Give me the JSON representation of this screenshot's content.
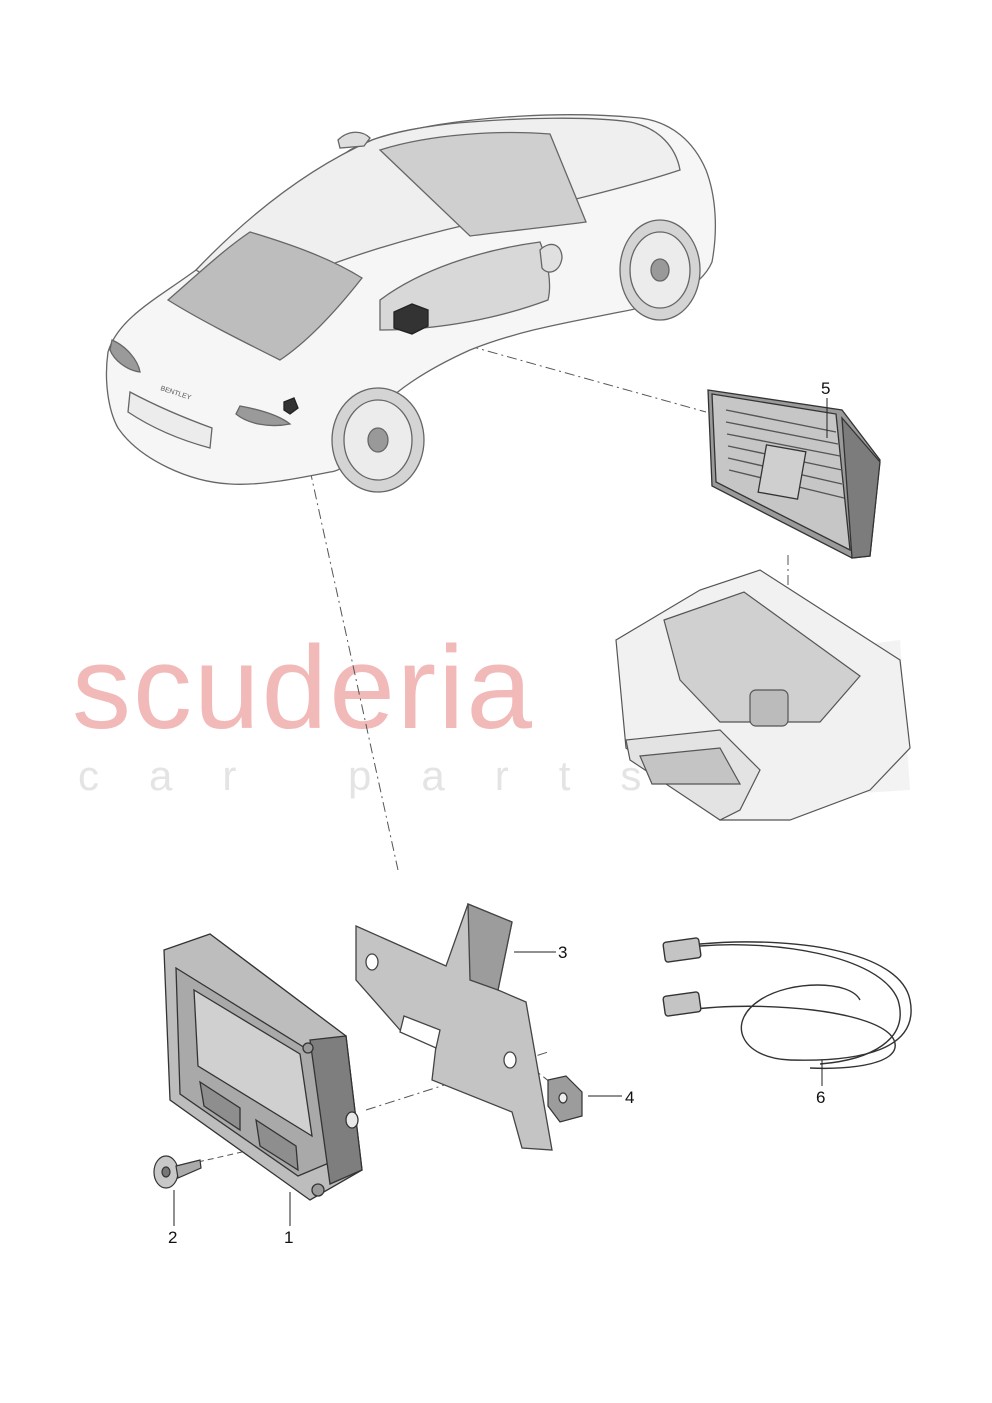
{
  "watermark": {
    "main": "scuderia",
    "sub": "car parts"
  },
  "car": {
    "rear_badge": "BENTLEY"
  },
  "callouts": [
    {
      "id": "part-1",
      "label": "1"
    },
    {
      "id": "part-2",
      "label": "2"
    },
    {
      "id": "part-3",
      "label": "3"
    },
    {
      "id": "part-4",
      "label": "4"
    },
    {
      "id": "part-5",
      "label": "5"
    },
    {
      "id": "part-6",
      "label": "6"
    }
  ]
}
